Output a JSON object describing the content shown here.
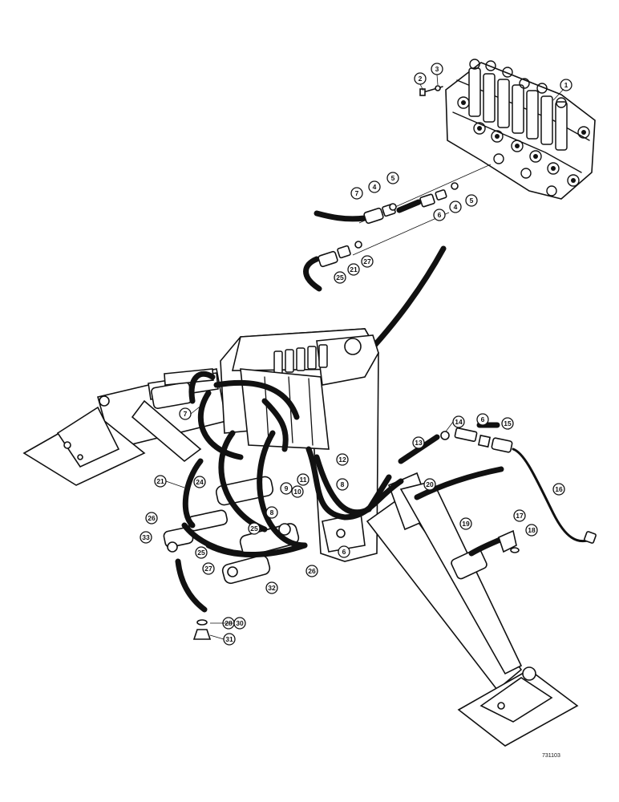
{
  "figure": {
    "reference_number": "731103"
  },
  "callouts": [
    {
      "id": "c1",
      "label": "1"
    },
    {
      "id": "c2",
      "label": "2"
    },
    {
      "id": "c3",
      "label": "3"
    },
    {
      "id": "c7a",
      "label": "7"
    },
    {
      "id": "c4a",
      "label": "4"
    },
    {
      "id": "c5a",
      "label": "5"
    },
    {
      "id": "c6a",
      "label": "6"
    },
    {
      "id": "c4b",
      "label": "4"
    },
    {
      "id": "c5b",
      "label": "5"
    },
    {
      "id": "c25a",
      "label": "25"
    },
    {
      "id": "c21a",
      "label": "21"
    },
    {
      "id": "c27a",
      "label": "27"
    },
    {
      "id": "c7b",
      "label": "7"
    },
    {
      "id": "c14",
      "label": "14"
    },
    {
      "id": "c6b",
      "label": "6"
    },
    {
      "id": "c15",
      "label": "15"
    },
    {
      "id": "c13",
      "label": "13"
    },
    {
      "id": "c12",
      "label": "12"
    },
    {
      "id": "c11",
      "label": "11"
    },
    {
      "id": "c10",
      "label": "10"
    },
    {
      "id": "c9",
      "label": "9"
    },
    {
      "id": "c8a",
      "label": "8"
    },
    {
      "id": "c8b",
      "label": "8"
    },
    {
      "id": "c20",
      "label": "20"
    },
    {
      "id": "c21b",
      "label": "21"
    },
    {
      "id": "c24",
      "label": "24"
    },
    {
      "id": "c16",
      "label": "16"
    },
    {
      "id": "c17",
      "label": "17"
    },
    {
      "id": "c18",
      "label": "18"
    },
    {
      "id": "c19",
      "label": "19"
    },
    {
      "id": "c26a",
      "label": "26"
    },
    {
      "id": "c25b",
      "label": "25"
    },
    {
      "id": "c33",
      "label": "33"
    },
    {
      "id": "c25c",
      "label": "25"
    },
    {
      "id": "c27b",
      "label": "27"
    },
    {
      "id": "c6c",
      "label": "6"
    },
    {
      "id": "c26b",
      "label": "26"
    },
    {
      "id": "c32",
      "label": "32"
    },
    {
      "id": "c28",
      "label": "28"
    },
    {
      "id": "c30",
      "label": "30"
    },
    {
      "id": "c31",
      "label": "31"
    }
  ]
}
